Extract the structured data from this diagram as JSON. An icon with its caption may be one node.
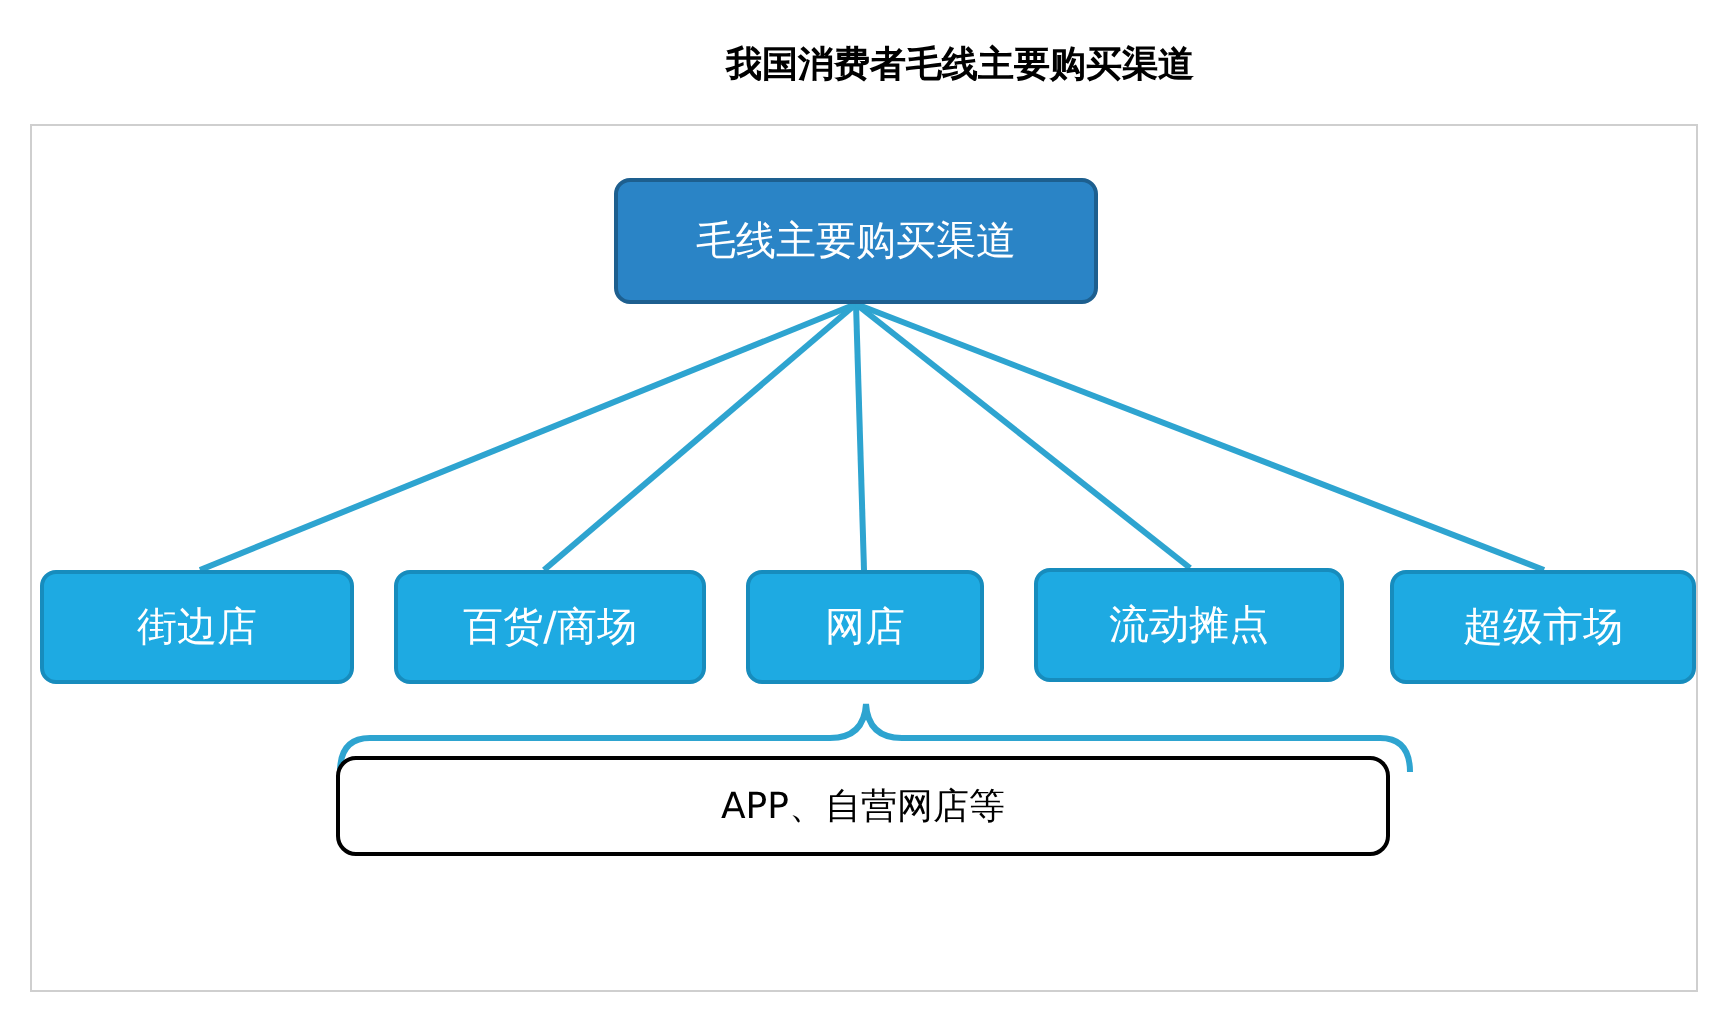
{
  "diagram": {
    "title": "我国消费者毛线主要购买渠道",
    "nodes": [
      {
        "text": [
          "毛线主要购买渠道"
        ]
      },
      {
        "text": [
          "街边店"
        ]
      },
      {
        "text": [
          "百货/商场"
        ]
      },
      {
        "text": [
          "网店"
        ]
      },
      {
        "text": [
          "流动摊点"
        ]
      },
      {
        "text": [
          "超级市场"
        ]
      },
      {
        "text": [
          "APP、自营网店等"
        ]
      }
    ],
    "edges": [
      {
        "from": 0,
        "to": 1,
        "arrow": "none"
      },
      {
        "from": 0,
        "to": 2,
        "arrow": "none"
      },
      {
        "from": 0,
        "to": 3,
        "arrow": "none"
      },
      {
        "from": 0,
        "to": 4,
        "arrow": "none"
      },
      {
        "from": 0,
        "to": 5,
        "arrow": "none"
      }
    ]
  }
}
